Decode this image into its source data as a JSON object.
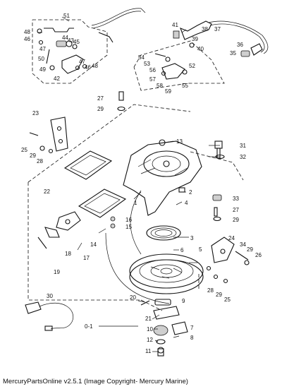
{
  "footer": {
    "caption": "MercuryPartsOnline v2.5.1 (Image Copyright- Mercury Marine)"
  },
  "labels": [
    "51",
    "48",
    "46",
    "47",
    "44",
    "43",
    "45",
    "50",
    "49",
    "42",
    "47",
    "46",
    "48",
    "41",
    "38",
    "39",
    "40",
    "37",
    "36",
    "35",
    "54",
    "53",
    "56",
    "57",
    "58",
    "59",
    "52",
    "55",
    "27",
    "29",
    "13",
    "23",
    "25",
    "29",
    "28",
    "31",
    "32",
    "22",
    "2",
    "1",
    "4",
    "33",
    "27",
    "29",
    "16",
    "15",
    "14",
    "3",
    "6",
    "5",
    "17",
    "18",
    "19",
    "24",
    "34",
    "29",
    "26",
    "28",
    "29",
    "25",
    "30",
    "20",
    "9",
    "21",
    "7",
    "10",
    "8",
    "12",
    "11",
    "0-1"
  ]
}
